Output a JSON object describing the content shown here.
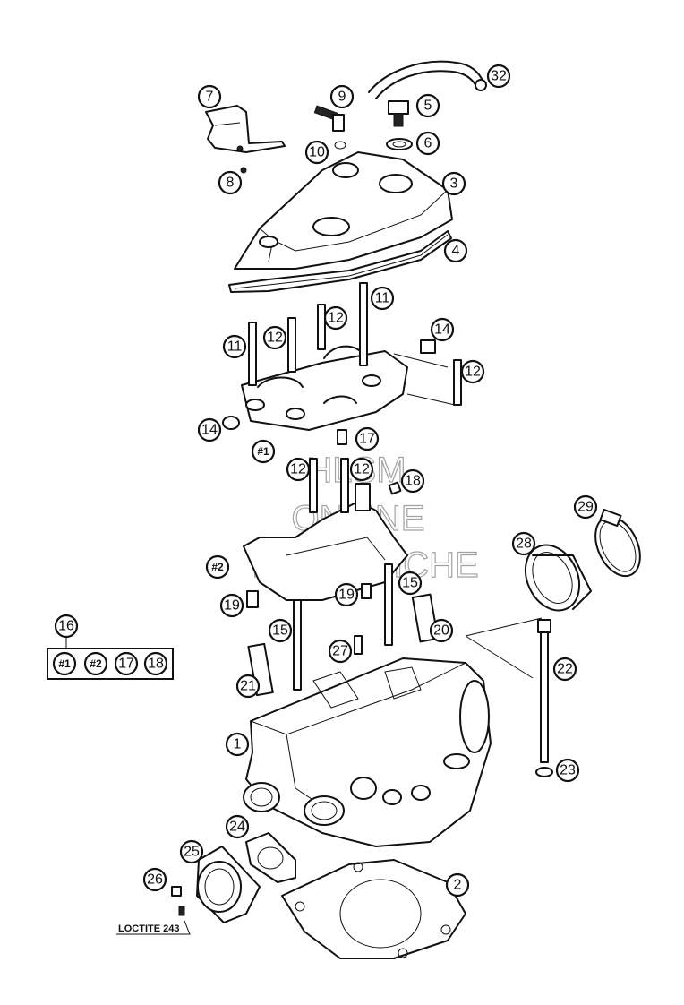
{
  "diagram": {
    "callouts": {
      "c32": "32",
      "c7": "7",
      "c9": "9",
      "c5": "5",
      "c6": "6",
      "c10": "10",
      "c8": "8",
      "c3": "3",
      "c4": "4",
      "c11a": "11",
      "c11b": "11",
      "c12a": "12",
      "c12b": "12",
      "c12c": "12",
      "c14a": "14",
      "c14b": "14",
      "c17": "17",
      "cH1": "#1",
      "c12d": "12",
      "c12e": "12",
      "c18": "18",
      "c29": "29",
      "c28": "28",
      "cH2": "#2",
      "c19a": "19",
      "c19b": "19",
      "c15a": "15",
      "c15b": "15",
      "c20": "20",
      "c27": "27",
      "c21": "21",
      "c22": "22",
      "c1": "1",
      "c23": "23",
      "c24": "24",
      "c25": "25",
      "c26": "26",
      "c2": "2",
      "c16": "16",
      "kitH1": "#1",
      "kitH2": "#2",
      "kit17": "17",
      "kit18": "18"
    },
    "loctite_label": "LOCTITE 243",
    "watermark": {
      "line1": "HLSM",
      "line2": "ONLINE",
      "line3": "MICROFICHE"
    }
  }
}
